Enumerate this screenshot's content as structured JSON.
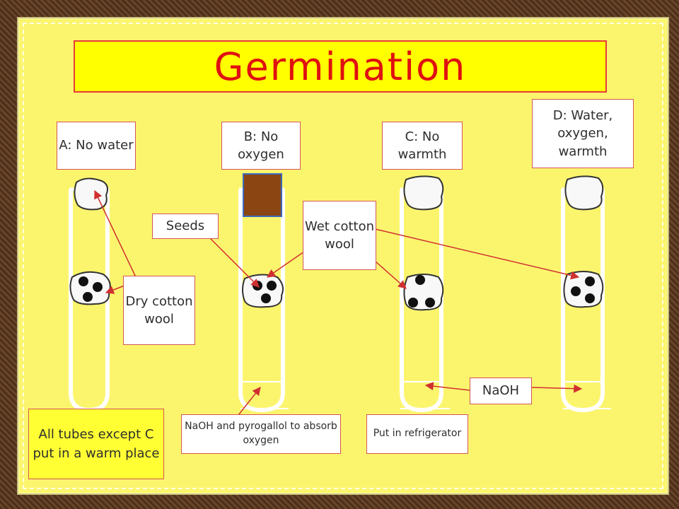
{
  "title": "Germination",
  "tubes": [
    {
      "id": "a",
      "label": "A: No water"
    },
    {
      "id": "b",
      "label": "B: No oxygen"
    },
    {
      "id": "c",
      "label": "C: No warmth"
    },
    {
      "id": "d",
      "label": "D: Water, oxygen, warmth"
    }
  ],
  "callouts": {
    "dry_cotton_wool": "Dry cotton wool",
    "seeds": "Seeds",
    "wet_cotton_wool": "Wet cotton wool",
    "naoh": "NaOH",
    "naoh_pyrogallol": "NaOH and pyrogallol to absorb oxygen",
    "refrigerator": "Put in refrigerator",
    "warm_place": "All tubes except C put in a warm place"
  },
  "colors": {
    "board": "#fbf56e",
    "title_text": "#e01010",
    "arrow": "#d03030",
    "rubber_bung": "#8b4513"
  }
}
